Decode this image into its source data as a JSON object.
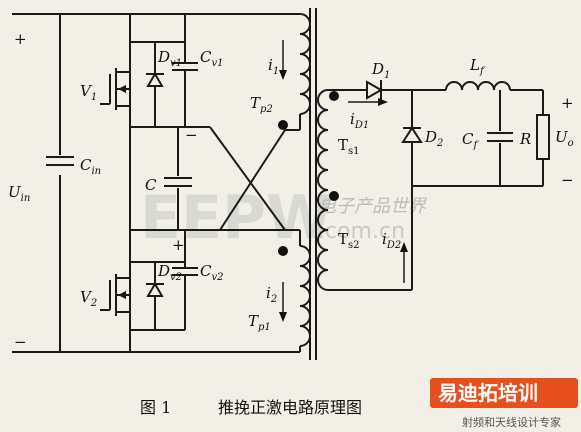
{
  "figure": {
    "caption_number": "图 1",
    "caption_text": "推挽正激电路原理图"
  },
  "labels": {
    "plus": "+",
    "minus": "−",
    "uin": "U",
    "uin_sub": "in",
    "cin": "C",
    "cin_sub": "in",
    "v1": "V",
    "v1_sub": "1",
    "v2": "V",
    "v2_sub": "2",
    "dv1": "D",
    "dv1_sub": "v1",
    "dv2": "D",
    "dv2_sub": "v2",
    "cv1": "C",
    "cv1_sub": "v1",
    "cv2": "C",
    "cv2_sub": "v2",
    "c": "C",
    "i1": "i",
    "i1_sub": "1",
    "i2": "i",
    "i2_sub": "2",
    "tp1": "T",
    "tp1_sub": "p1",
    "tp2": "T",
    "tp2_sub": "p2",
    "ts1": "T",
    "ts1_sub": "s1",
    "ts2": "T",
    "ts2_sub": "s2",
    "d1": "D",
    "d1_sub": "1",
    "d2": "D",
    "d2_sub": "2",
    "id1": "i",
    "id1_sub": "D1",
    "id2": "i",
    "id2_sub": "D2",
    "lf": "L",
    "lf_sub": "f",
    "cf": "C",
    "cf_sub": "f",
    "r": "R",
    "uo": "U",
    "uo_sub": "o"
  },
  "watermark": {
    "brand": "EEPW",
    "domain": ".com.cn",
    "cn_text": "电子产品世界"
  },
  "logo": {
    "name": "易迪拓培训",
    "slogan": "射频和天线设计专家"
  },
  "colors": {
    "logo_accent": "#e6501e",
    "paper": "#f2efe6"
  }
}
